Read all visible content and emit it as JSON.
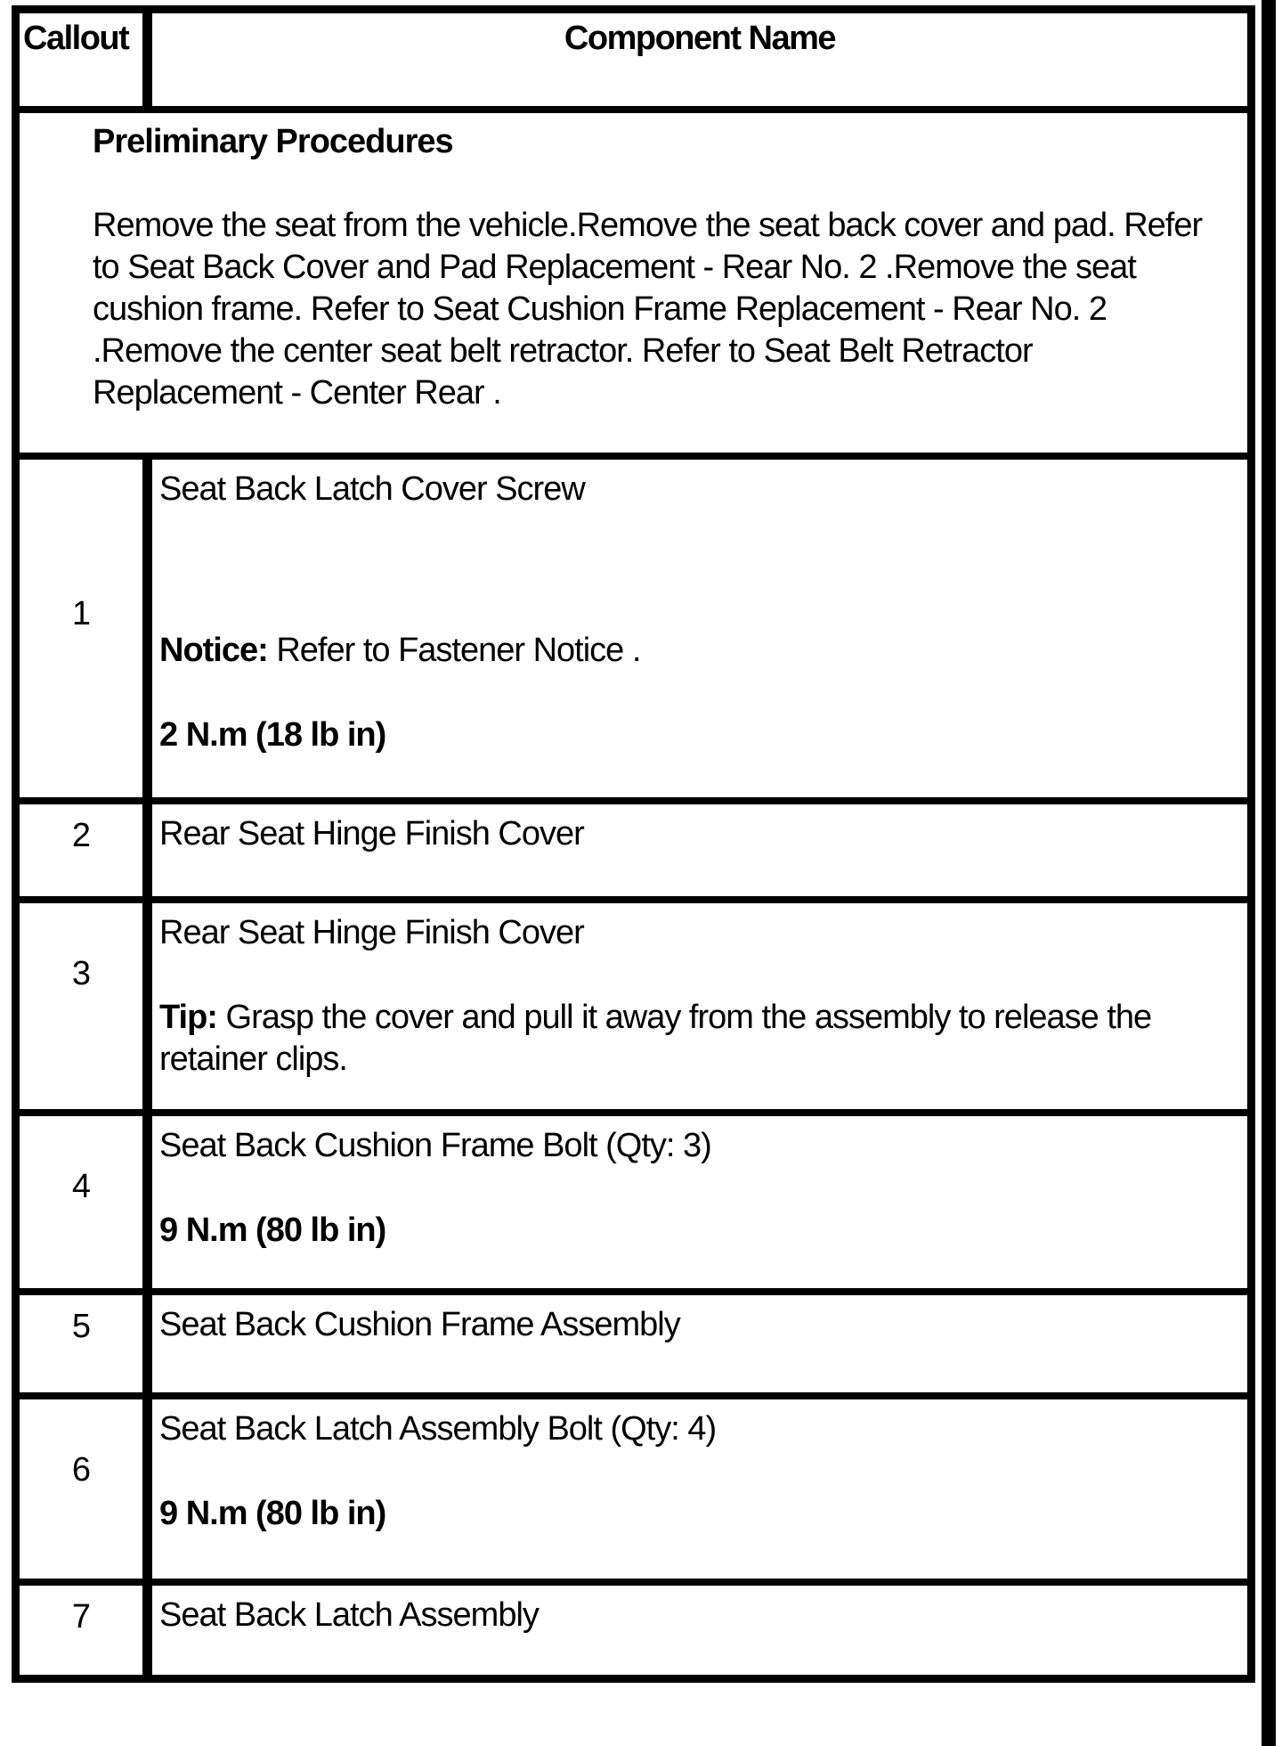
{
  "document": {
    "colors": {
      "text": "#000000",
      "background": "#ffffff",
      "border": "#000000"
    },
    "table": {
      "header": {
        "callout_label": "Callout",
        "component_label": "Component Name"
      },
      "preliminary": {
        "heading": "Preliminary Procedures",
        "body": "Remove the seat from the vehicle.Remove the seat back cover and pad. Refer to Seat Back Cover and Pad Replacement - Rear No. 2 .Remove the seat cushion frame. Refer to Seat Cushion Frame Replacement - Rear No. 2 .Remove the center seat belt retractor. Refer to Seat Belt Retractor Replacement - Center Rear ."
      },
      "rows": [
        {
          "callout": "1",
          "component": "Seat Back Latch Cover Screw",
          "notice_label": "Notice:",
          "notice_text": " Refer to Fastener Notice .",
          "torque": "2 N.m (18 lb in)"
        },
        {
          "callout": "2",
          "component": "Rear Seat Hinge Finish Cover"
        },
        {
          "callout": "3",
          "component": "Rear Seat Hinge Finish Cover",
          "tip_label": "Tip:",
          "tip_text": " Grasp the cover and pull it away from the assembly to release the retainer clips."
        },
        {
          "callout": "4",
          "component": "Seat Back Cushion Frame Bolt (Qty: 3)",
          "torque": "9 N.m (80 lb in)"
        },
        {
          "callout": "5",
          "component": "Seat Back Cushion Frame Assembly"
        },
        {
          "callout": "6",
          "component": "Seat Back Latch Assembly Bolt (Qty: 4)",
          "torque": "9 N.m (80 lb in)"
        },
        {
          "callout": "7",
          "component": "Seat Back Latch Assembly"
        }
      ]
    }
  }
}
